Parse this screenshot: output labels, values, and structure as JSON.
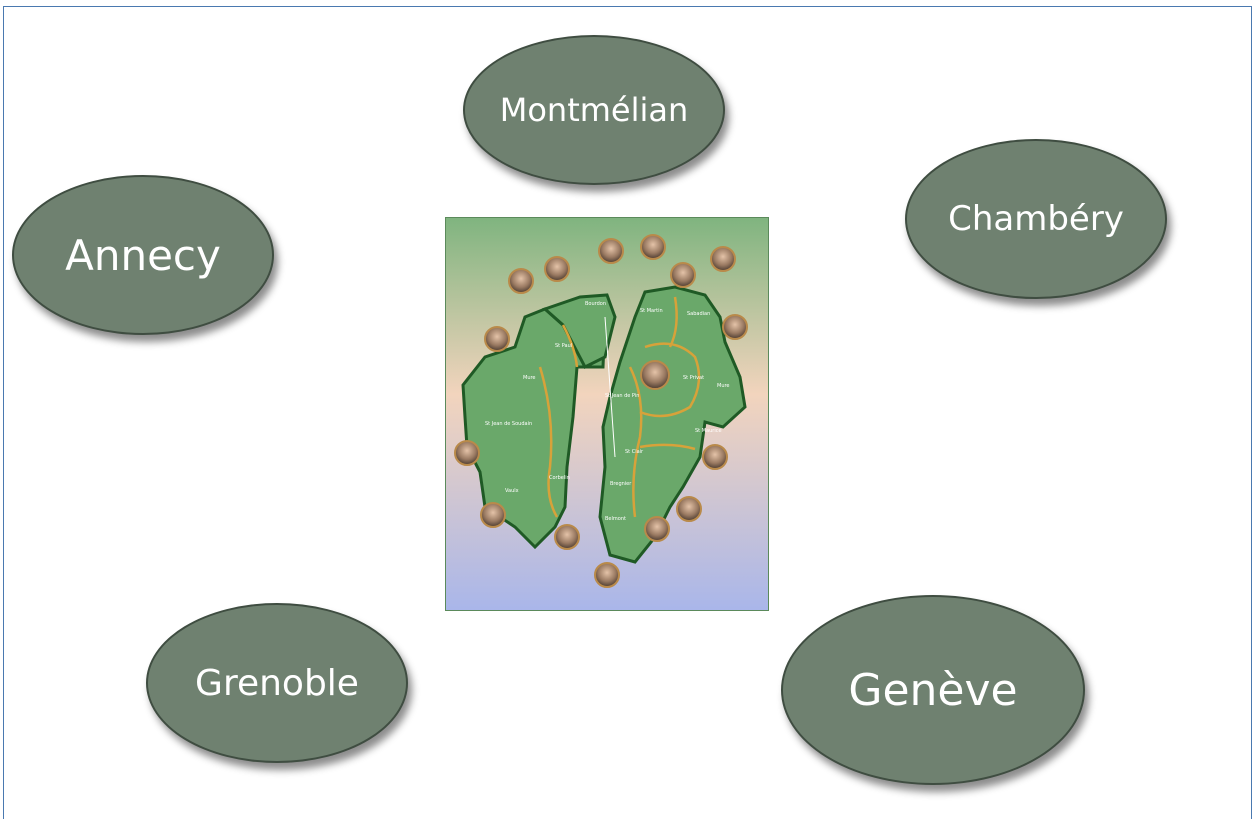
{
  "cities": {
    "montmelian": "Montmélian",
    "annecy": "Annecy",
    "chambery": "Chambéry",
    "grenoble": "Grenoble",
    "geneve": "Genève"
  },
  "map": {
    "colors": {
      "region_fill": "#6aa86a",
      "region_stroke": "#1f5a25",
      "border_lines": "#d7a23a",
      "node_fill": "#6f8170"
    }
  }
}
